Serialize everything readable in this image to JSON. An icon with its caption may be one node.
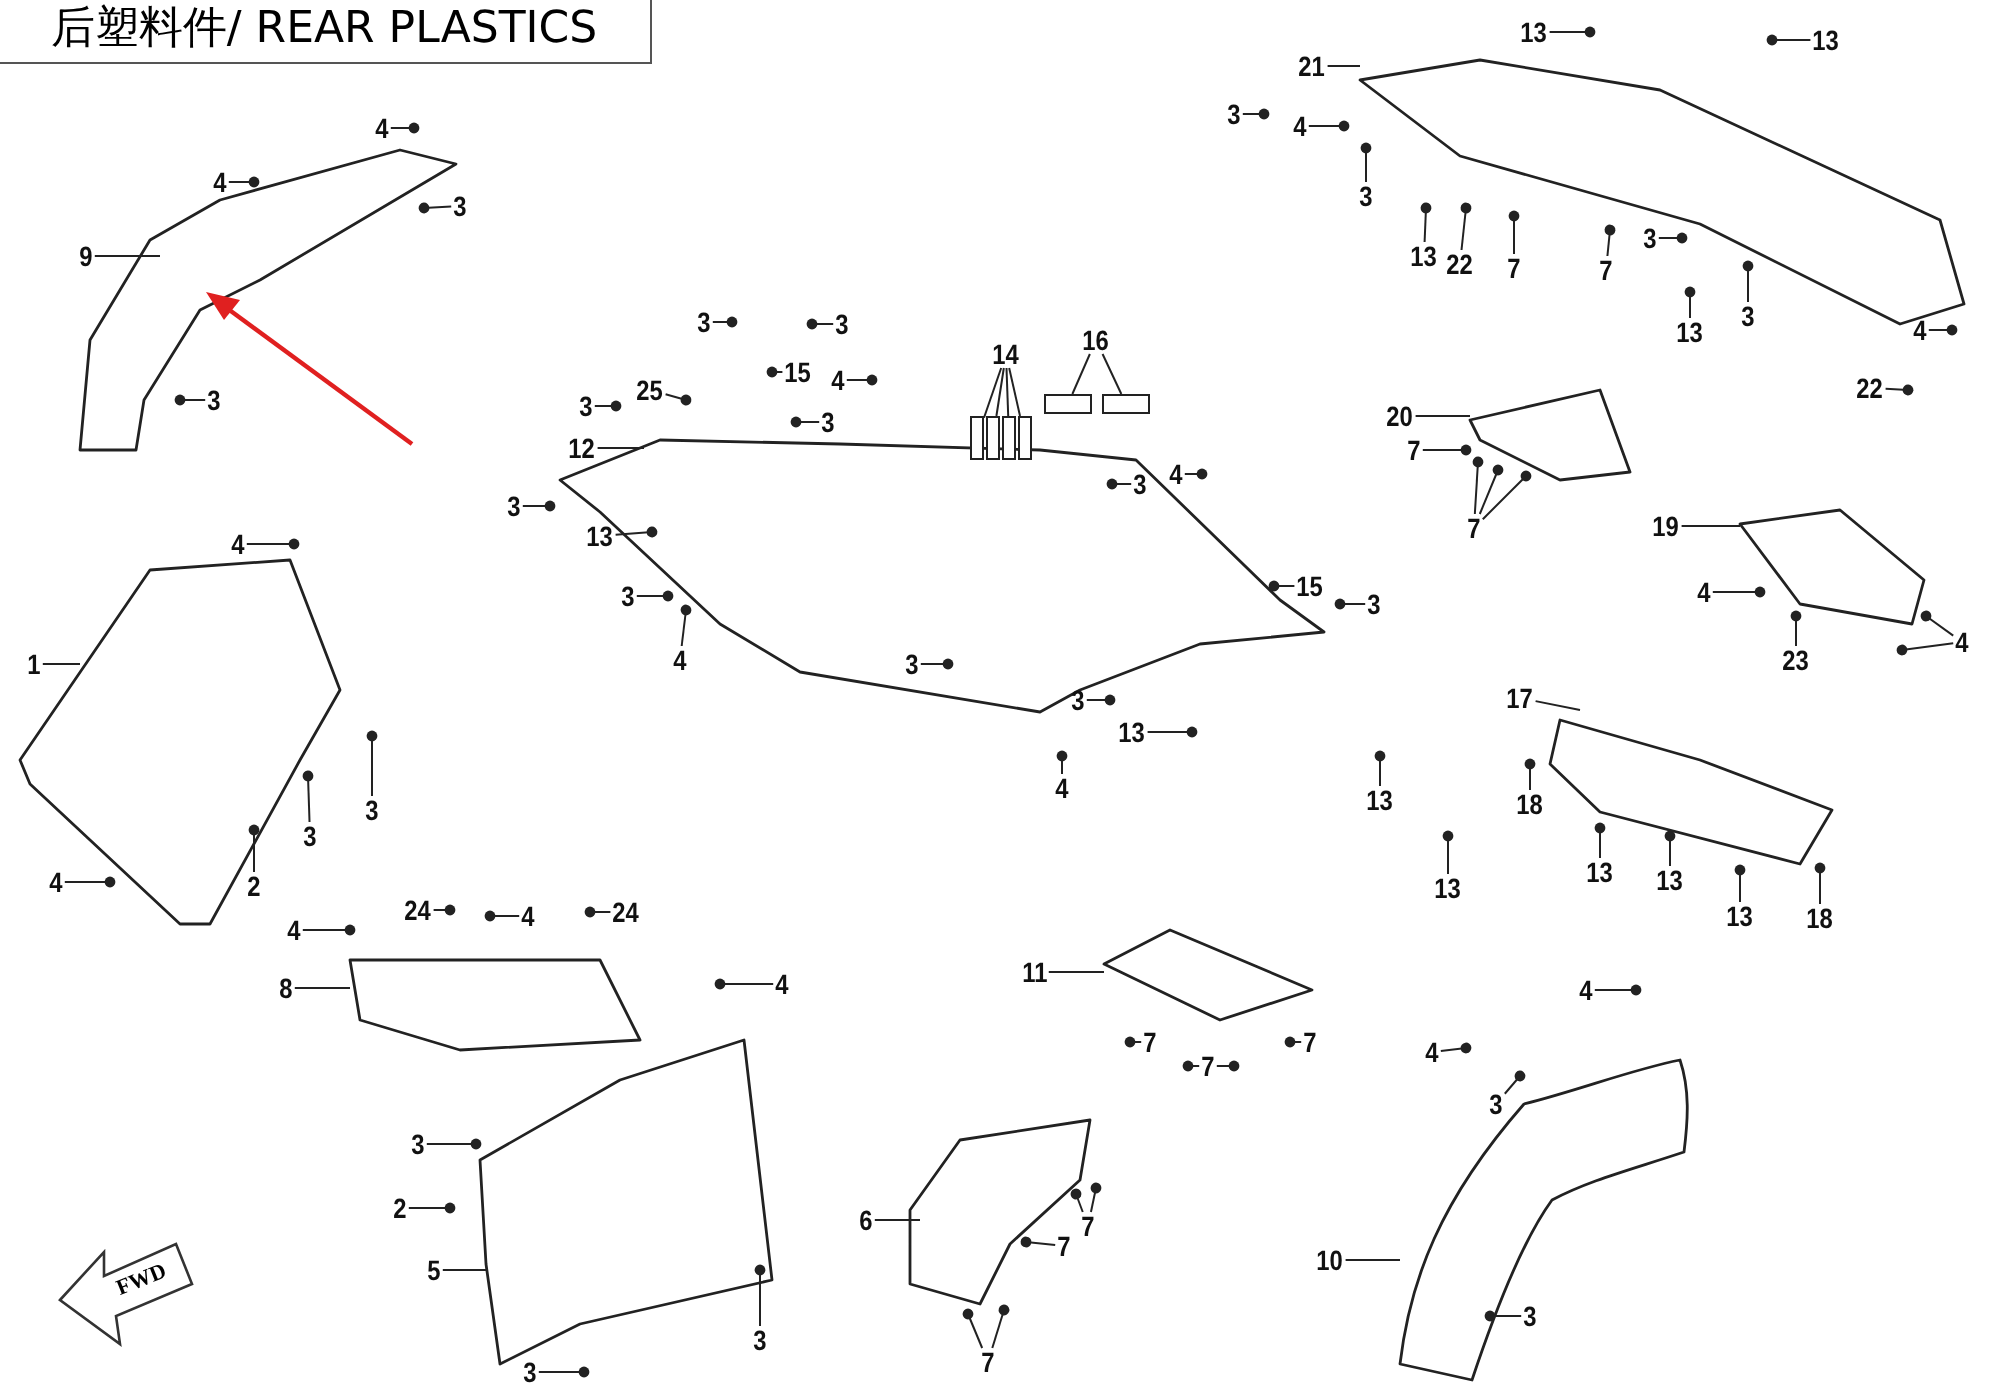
{
  "diagram": {
    "title": "后塑料件/ REAR PLASTICS",
    "nodes": [
      {
        "text": [
          "9"
        ]
      },
      {
        "text": [
          "4"
        ]
      },
      {
        "text": [
          "4"
        ]
      },
      {
        "text": [
          "3"
        ]
      },
      {
        "text": [
          "3"
        ]
      },
      {
        "text": [
          "3"
        ]
      },
      {
        "text": [
          "3"
        ]
      },
      {
        "text": [
          "25"
        ]
      },
      {
        "text": [
          "15"
        ]
      },
      {
        "text": [
          "4"
        ]
      },
      {
        "text": [
          "3"
        ]
      },
      {
        "text": [
          "3"
        ]
      },
      {
        "text": [
          "12"
        ]
      },
      {
        "text": [
          "3"
        ]
      },
      {
        "text": [
          "13"
        ]
      },
      {
        "text": [
          "3"
        ]
      },
      {
        "text": [
          "4"
        ]
      },
      {
        "text": [
          "14"
        ]
      },
      {
        "text": [
          "16"
        ]
      },
      {
        "text": [
          "3"
        ]
      },
      {
        "text": [
          "4"
        ]
      },
      {
        "text": [
          "15"
        ]
      },
      {
        "text": [
          "3"
        ]
      },
      {
        "text": [
          "3"
        ]
      },
      {
        "text": [
          "3"
        ]
      },
      {
        "text": [
          "13"
        ]
      },
      {
        "text": [
          "4"
        ]
      },
      {
        "text": [
          "13"
        ]
      },
      {
        "text": [
          "13"
        ]
      },
      {
        "text": [
          "21"
        ]
      },
      {
        "text": [
          "3"
        ]
      },
      {
        "text": [
          "4"
        ]
      },
      {
        "text": [
          "3"
        ]
      },
      {
        "text": [
          "13"
        ]
      },
      {
        "text": [
          "22"
        ]
      },
      {
        "text": [
          "7"
        ]
      },
      {
        "text": [
          "13"
        ]
      },
      {
        "text": [
          "7"
        ]
      },
      {
        "text": [
          "3"
        ]
      },
      {
        "text": [
          "3"
        ]
      },
      {
        "text": [
          "4"
        ]
      },
      {
        "text": [
          "22"
        ]
      },
      {
        "text": [
          "20"
        ]
      },
      {
        "text": [
          "7"
        ]
      },
      {
        "text": [
          "7"
        ]
      },
      {
        "text": [
          "19"
        ]
      },
      {
        "text": [
          "4"
        ]
      },
      {
        "text": [
          "23"
        ]
      },
      {
        "text": [
          "4"
        ]
      },
      {
        "text": [
          "17"
        ]
      },
      {
        "text": [
          "13"
        ]
      },
      {
        "text": [
          "18"
        ]
      },
      {
        "text": [
          "13"
        ]
      },
      {
        "text": [
          "13"
        ]
      },
      {
        "text": [
          "13"
        ]
      },
      {
        "text": [
          "13"
        ]
      },
      {
        "text": [
          "18"
        ]
      },
      {
        "text": [
          "4"
        ]
      },
      {
        "text": [
          "1"
        ]
      },
      {
        "text": [
          "3"
        ]
      },
      {
        "text": [
          "3"
        ]
      },
      {
        "text": [
          "2"
        ]
      },
      {
        "text": [
          "4"
        ]
      },
      {
        "text": [
          "4"
        ]
      },
      {
        "text": [
          "24"
        ]
      },
      {
        "text": [
          "4"
        ]
      },
      {
        "text": [
          "24"
        ]
      },
      {
        "text": [
          "8"
        ]
      },
      {
        "text": [
          "4"
        ]
      },
      {
        "text": [
          "3"
        ]
      },
      {
        "text": [
          "2"
        ]
      },
      {
        "text": [
          "5"
        ]
      },
      {
        "text": [
          "3"
        ]
      },
      {
        "text": [
          "3"
        ]
      },
      {
        "text": [
          "11"
        ]
      },
      {
        "text": [
          "7"
        ]
      },
      {
        "text": [
          "7"
        ]
      },
      {
        "text": [
          "7"
        ]
      },
      {
        "text": [
          "6"
        ]
      },
      {
        "text": [
          "7"
        ]
      },
      {
        "text": [
          "7"
        ]
      },
      {
        "text": [
          "7"
        ]
      },
      {
        "text": [
          "4"
        ]
      },
      {
        "text": [
          "3"
        ]
      },
      {
        "text": [
          "4"
        ]
      },
      {
        "text": [
          "10"
        ]
      },
      {
        "text": [
          "3"
        ]
      },
      {
        "text": [],
        "shape": "box"
      },
      {
        "text": [],
        "shape": "box"
      },
      {
        "text": [],
        "shape": "box"
      },
      {
        "text": [],
        "shape": "box"
      },
      {
        "text": [],
        "shape": "box"
      },
      {
        "text": [],
        "shape": "box"
      }
    ],
    "edges": [
      {
        "from": 0,
        "to": null,
        "arrow": "none"
      },
      {
        "from": 1,
        "to": null,
        "arrow": "other"
      },
      {
        "from": 2,
        "to": null,
        "arrow": "other"
      },
      {
        "from": 3,
        "to": null,
        "arrow": "other"
      },
      {
        "from": 4,
        "to": null,
        "arrow": "other"
      },
      {
        "from": 5,
        "to": null,
        "arrow": "other"
      },
      {
        "from": 6,
        "to": null,
        "arrow": "other"
      },
      {
        "from": 7,
        "to": null,
        "arrow": "other"
      },
      {
        "from": 8,
        "to": null,
        "arrow": "other"
      },
      {
        "from": 9,
        "to": null,
        "arrow": "other"
      },
      {
        "from": 10,
        "to": null,
        "arrow": "other"
      },
      {
        "from": 11,
        "to": null,
        "arrow": "other"
      },
      {
        "from": 12,
        "to": null,
        "arrow": "none"
      },
      {
        "from": 13,
        "to": null,
        "arrow": "other"
      },
      {
        "from": 14,
        "to": null,
        "arrow": "other"
      },
      {
        "from": 15,
        "to": null,
        "arrow": "other"
      },
      {
        "from": 16,
        "to": null,
        "arrow": "other"
      },
      {
        "from": 17,
        "to": 87,
        "arrow": "none"
      },
      {
        "from": 17,
        "to": 88,
        "arrow": "none"
      },
      {
        "from": 17,
        "to": 89,
        "arrow": "none"
      },
      {
        "from": 17,
        "to": 90,
        "arrow": "none"
      },
      {
        "from": 18,
        "to": 91,
        "arrow": "none"
      },
      {
        "from": 18,
        "to": 92,
        "arrow": "none"
      },
      {
        "from": 19,
        "to": null,
        "arrow": "other"
      },
      {
        "from": 20,
        "to": null,
        "arrow": "other"
      },
      {
        "from": 21,
        "to": null,
        "arrow": "other"
      },
      {
        "from": 22,
        "to": null,
        "arrow": "other"
      },
      {
        "from": 23,
        "to": null,
        "arrow": "other"
      },
      {
        "from": 24,
        "to": null,
        "arrow": "other"
      },
      {
        "from": 25,
        "to": null,
        "arrow": "other"
      },
      {
        "from": 26,
        "to": null,
        "arrow": "other"
      },
      {
        "from": 27,
        "to": null,
        "arrow": "other"
      },
      {
        "from": 28,
        "to": null,
        "arrow": "other"
      },
      {
        "from": 29,
        "to": null,
        "arrow": "none"
      },
      {
        "from": 30,
        "to": null,
        "arrow": "other"
      },
      {
        "from": 31,
        "to": null,
        "arrow": "other"
      },
      {
        "from": 32,
        "to": null,
        "arrow": "other"
      },
      {
        "from": 33,
        "to": null,
        "arrow": "other"
      },
      {
        "from": 34,
        "to": null,
        "arrow": "other"
      },
      {
        "from": 35,
        "to": null,
        "arrow": "other"
      },
      {
        "from": 36,
        "to": null,
        "arrow": "other"
      },
      {
        "from": 37,
        "to": null,
        "arrow": "other"
      },
      {
        "from": 38,
        "to": null,
        "arrow": "other"
      },
      {
        "from": 39,
        "to": null,
        "arrow": "other"
      },
      {
        "from": 40,
        "to": null,
        "arrow": "other"
      },
      {
        "from": 41,
        "to": null,
        "arrow": "other"
      },
      {
        "from": 42,
        "to": null,
        "arrow": "none"
      },
      {
        "from": 43,
        "to": null,
        "arrow": "other"
      },
      {
        "from": 44,
        "to": null,
        "arrow": "other"
      },
      {
        "from": 44,
        "to": null,
        "arrow": "other"
      },
      {
        "from": 44,
        "to": null,
        "arrow": "other"
      },
      {
        "from": 45,
        "to": null,
        "arrow": "none"
      },
      {
        "from": 46,
        "to": null,
        "arrow": "other"
      },
      {
        "from": 47,
        "to": null,
        "arrow": "other"
      },
      {
        "from": 48,
        "to": null,
        "arrow": "other"
      },
      {
        "from": 48,
        "to": null,
        "arrow": "other"
      },
      {
        "from": 49,
        "to": null,
        "arrow": "none"
      },
      {
        "from": 50,
        "to": null,
        "arrow": "other"
      },
      {
        "from": 51,
        "to": null,
        "arrow": "other"
      },
      {
        "from": 52,
        "to": null,
        "arrow": "other"
      },
      {
        "from": 53,
        "to": null,
        "arrow": "other"
      },
      {
        "from": 54,
        "to": null,
        "arrow": "other"
      },
      {
        "from": 55,
        "to": null,
        "arrow": "other"
      },
      {
        "from": 56,
        "to": null,
        "arrow": "other"
      },
      {
        "from": 57,
        "to": null,
        "arrow": "other"
      },
      {
        "from": 58,
        "to": null,
        "arrow": "none"
      },
      {
        "from": 59,
        "to": null,
        "arrow": "other"
      },
      {
        "from": 60,
        "to": null,
        "arrow": "other"
      },
      {
        "from": 61,
        "to": null,
        "arrow": "other"
      },
      {
        "from": 62,
        "to": null,
        "arrow": "other"
      },
      {
        "from": 63,
        "to": null,
        "arrow": "other"
      },
      {
        "from": 64,
        "to": null,
        "arrow": "other"
      },
      {
        "from": 65,
        "to": null,
        "arrow": "other"
      },
      {
        "from": 66,
        "to": null,
        "arrow": "other"
      },
      {
        "from": 67,
        "to": null,
        "arrow": "none"
      },
      {
        "from": 68,
        "to": null,
        "arrow": "other"
      },
      {
        "from": 69,
        "to": null,
        "arrow": "other"
      },
      {
        "from": 70,
        "to": null,
        "arrow": "other"
      },
      {
        "from": 71,
        "to": null,
        "arrow": "none"
      },
      {
        "from": 72,
        "to": null,
        "arrow": "other"
      },
      {
        "from": 73,
        "to": null,
        "arrow": "other"
      },
      {
        "from": 74,
        "to": null,
        "arrow": "none"
      },
      {
        "from": 75,
        "to": null,
        "arrow": "other"
      },
      {
        "from": 76,
        "to": null,
        "arrow": "other"
      },
      {
        "from": 76,
        "to": null,
        "arrow": "other"
      },
      {
        "from": 77,
        "to": null,
        "arrow": "other"
      },
      {
        "from": 78,
        "to": null,
        "arrow": "none"
      },
      {
        "from": 79,
        "to": null,
        "arrow": "other"
      },
      {
        "from": 79,
        "to": null,
        "arrow": "other"
      },
      {
        "from": 80,
        "to": null,
        "arrow": "other"
      },
      {
        "from": 81,
        "to": null,
        "arrow": "other"
      },
      {
        "from": 81,
        "to": null,
        "arrow": "other"
      },
      {
        "from": 82,
        "to": null,
        "arrow": "other"
      },
      {
        "from": 83,
        "to": null,
        "arrow": "other"
      },
      {
        "from": 84,
        "to": null,
        "arrow": "other"
      },
      {
        "from": 85,
        "to": null,
        "arrow": "none"
      },
      {
        "from": 86,
        "to": null,
        "arrow": "other"
      }
    ],
    "labels": [
      "FWD"
    ]
  }
}
